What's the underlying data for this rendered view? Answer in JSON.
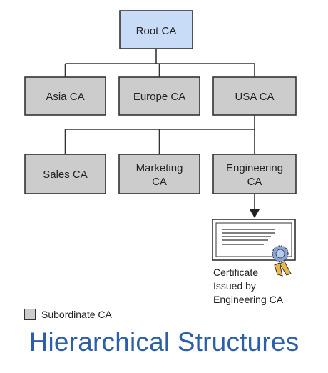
{
  "diagram": {
    "nodes": {
      "root": [
        "Root CA"
      ],
      "asia": [
        "Asia CA"
      ],
      "europe": [
        "Europe CA"
      ],
      "usa": [
        "USA CA"
      ],
      "sales": [
        "Sales CA"
      ],
      "marketing": [
        "Marketing",
        "CA"
      ],
      "engineering": [
        "Engineering",
        "CA"
      ]
    },
    "edges": [
      [
        "root",
        "asia"
      ],
      [
        "root",
        "europe"
      ],
      [
        "root",
        "usa"
      ],
      [
        "usa",
        "sales"
      ],
      [
        "usa",
        "marketing"
      ],
      [
        "usa",
        "engineering"
      ]
    ],
    "certificate_caption": [
      "Certificate",
      "Issued by",
      "Engineering CA"
    ]
  },
  "legend": {
    "label": "Subordinate CA"
  },
  "title": "Hierarchical Structures",
  "colors": {
    "root_fill": "#c9dcf7",
    "subordinate_fill": "#cccccc",
    "stroke": "#333333",
    "title": "#2d5fa8",
    "seal": "#8aa6d8",
    "ribbon": "#e8b84a"
  }
}
